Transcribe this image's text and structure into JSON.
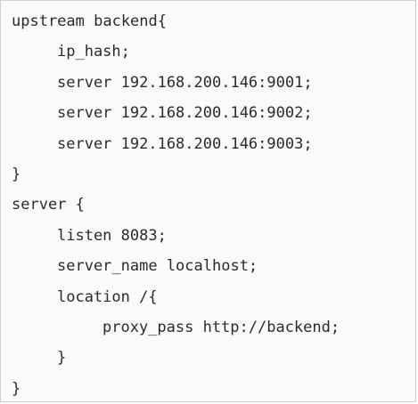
{
  "code": {
    "lines": [
      "upstream backend{",
      "ip_hash;",
      "server 192.168.200.146:9001;",
      "server 192.168.200.146:9002;",
      "server 192.168.200.146:9003;",
      "}",
      "server {",
      "listen 8083;",
      "server_name localhost;",
      "location /{",
      "proxy_pass http://backend;",
      "}",
      "}"
    ]
  }
}
